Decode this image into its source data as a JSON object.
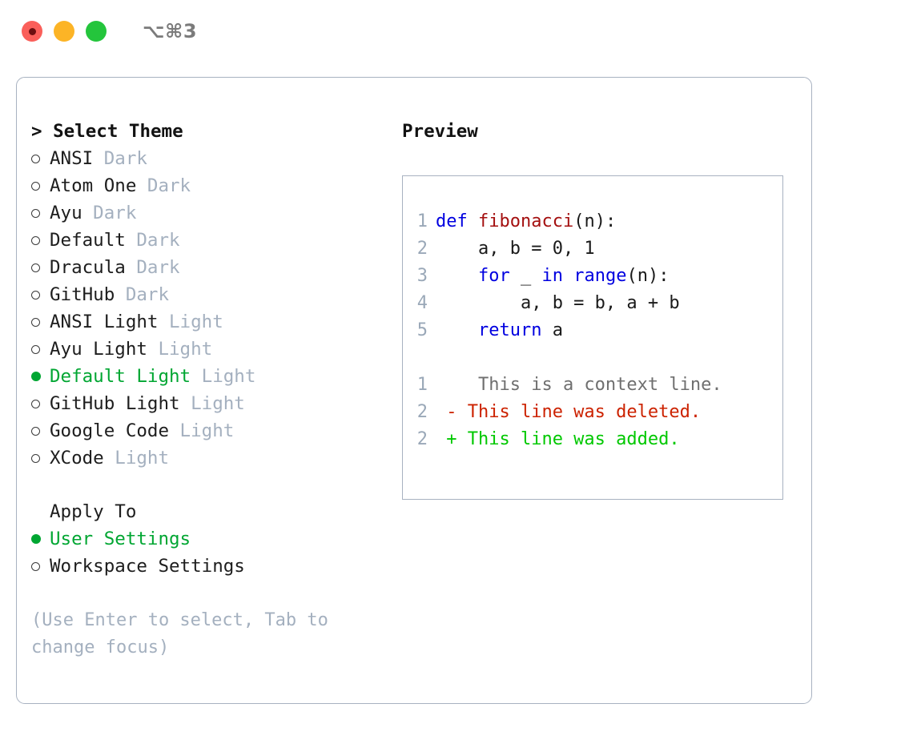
{
  "window": {
    "title": "⌥⌘3",
    "traffic_lights": [
      {
        "name": "close",
        "color": "#fa5f5a"
      },
      {
        "name": "minimize",
        "color": "#fcb426"
      },
      {
        "name": "maximize",
        "color": "#24c53c"
      }
    ]
  },
  "theme_panel": {
    "header_marker": ">",
    "header": "Select Theme",
    "items": [
      {
        "bullet": "ring",
        "label": "ANSI",
        "badge": "Dark",
        "selected": false
      },
      {
        "bullet": "ring",
        "label": "Atom One",
        "badge": "Dark",
        "selected": false
      },
      {
        "bullet": "ring",
        "label": "Ayu",
        "badge": "Dark",
        "selected": false
      },
      {
        "bullet": "ring",
        "label": "Default",
        "badge": "Dark",
        "selected": false
      },
      {
        "bullet": "ring",
        "label": "Dracula",
        "badge": "Dark",
        "selected": false
      },
      {
        "bullet": "ring",
        "label": "GitHub",
        "badge": "Dark",
        "selected": false
      },
      {
        "bullet": "ring",
        "label": "ANSI Light",
        "badge": "Light",
        "selected": false
      },
      {
        "bullet": "ring",
        "label": "Ayu Light",
        "badge": "Light",
        "selected": false
      },
      {
        "bullet": "dot",
        "label": "Default Light",
        "badge": "Light",
        "selected": true
      },
      {
        "bullet": "ring",
        "label": "GitHub Light",
        "badge": "Light",
        "selected": false
      },
      {
        "bullet": "ring",
        "label": "Google Code",
        "badge": "Light",
        "selected": false
      },
      {
        "bullet": "ring",
        "label": "XCode",
        "badge": "Light",
        "selected": false
      }
    ]
  },
  "apply_to": {
    "title": "Apply To",
    "items": [
      {
        "bullet": "dot",
        "label": "User Settings",
        "selected": true
      },
      {
        "bullet": "ring",
        "label": "Workspace Settings",
        "selected": false
      }
    ]
  },
  "hint": "(Use Enter to select, Tab to change focus)",
  "preview": {
    "title": "Preview",
    "code_lines": [
      {
        "no": "1",
        "tokens": [
          {
            "t": "def ",
            "c": "kw"
          },
          {
            "t": "fibonacci",
            "c": "fn"
          },
          {
            "t": "(n):",
            "c": "plain"
          }
        ]
      },
      {
        "no": "2",
        "tokens": [
          {
            "t": "    a, b = 0, 1",
            "c": "plain"
          }
        ]
      },
      {
        "no": "3",
        "tokens": [
          {
            "t": "    ",
            "c": "plain"
          },
          {
            "t": "for",
            "c": "kw"
          },
          {
            "t": " _ ",
            "c": "plain"
          },
          {
            "t": "in",
            "c": "kw"
          },
          {
            "t": " ",
            "c": "plain"
          },
          {
            "t": "range",
            "c": "kw"
          },
          {
            "t": "(n):",
            "c": "plain"
          }
        ]
      },
      {
        "no": "4",
        "tokens": [
          {
            "t": "        a, b = b, a + b",
            "c": "plain"
          }
        ]
      },
      {
        "no": "5",
        "tokens": [
          {
            "t": "    ",
            "c": "plain"
          },
          {
            "t": "return",
            "c": "kw"
          },
          {
            "t": " a",
            "c": "plain"
          }
        ]
      }
    ],
    "diff_lines": [
      {
        "no": "1",
        "marker": " ",
        "text": "  This is a context line.",
        "c": "ctx"
      },
      {
        "no": "2",
        "marker": "-",
        "text": " This line was deleted.",
        "c": "del"
      },
      {
        "no": "2",
        "marker": "+",
        "text": " This line was added.",
        "c": "add"
      }
    ]
  },
  "colors": {
    "accent_green": "#00a632",
    "diff_add": "#00c800",
    "diff_del": "#cc2200",
    "keyword_blue": "#0000e0",
    "function_red": "#a41010",
    "muted": "#a4b0bf",
    "border": "#a8b2c1"
  }
}
